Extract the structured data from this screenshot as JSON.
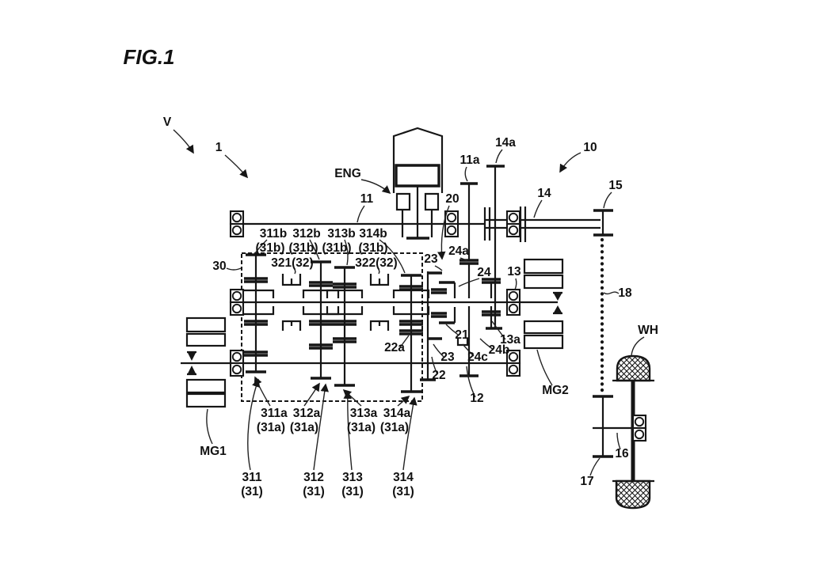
{
  "figure": {
    "title": "FIG.1"
  },
  "labels": [
    {
      "id": "fig-title",
      "text": "FIG.1"
    },
    {
      "id": "ref-v",
      "text": "V"
    },
    {
      "id": "ref-1",
      "text": "1"
    },
    {
      "id": "ref-10",
      "text": "10"
    },
    {
      "id": "ref-eng",
      "text": "ENG"
    },
    {
      "id": "ref-11",
      "text": "11"
    },
    {
      "id": "ref-20",
      "text": "20"
    },
    {
      "id": "ref-11a",
      "text": "11a"
    },
    {
      "id": "ref-14a",
      "text": "14a"
    },
    {
      "id": "ref-14",
      "text": "14"
    },
    {
      "id": "ref-15",
      "text": "15"
    },
    {
      "id": "ref-311b",
      "text": "311b"
    },
    {
      "id": "ref-312b",
      "text": "312b"
    },
    {
      "id": "ref-313b",
      "text": "313b"
    },
    {
      "id": "ref-314b",
      "text": "314b"
    },
    {
      "id": "ref-31b-1",
      "text": "(31b)"
    },
    {
      "id": "ref-31b-2",
      "text": "(31b)"
    },
    {
      "id": "ref-31b-3",
      "text": "(31b)"
    },
    {
      "id": "ref-31b-4",
      "text": "(31b)"
    },
    {
      "id": "ref-321",
      "text": "321(32)"
    },
    {
      "id": "ref-322",
      "text": "322(32)"
    },
    {
      "id": "ref-30",
      "text": "30"
    },
    {
      "id": "ref-23-upper",
      "text": "23"
    },
    {
      "id": "ref-24a",
      "text": "24a"
    },
    {
      "id": "ref-24",
      "text": "24"
    },
    {
      "id": "ref-13",
      "text": "13"
    },
    {
      "id": "ref-18",
      "text": "18"
    },
    {
      "id": "ref-wh",
      "text": "WH"
    },
    {
      "id": "ref-22a",
      "text": "22a"
    },
    {
      "id": "ref-21",
      "text": "21"
    },
    {
      "id": "ref-13a",
      "text": "13a"
    },
    {
      "id": "ref-23-lower",
      "text": "23"
    },
    {
      "id": "ref-24c",
      "text": "24c"
    },
    {
      "id": "ref-24b",
      "text": "24b"
    },
    {
      "id": "ref-22",
      "text": "22"
    },
    {
      "id": "ref-12",
      "text": "12"
    },
    {
      "id": "ref-mg2",
      "text": "MG2"
    },
    {
      "id": "ref-mg1",
      "text": "MG1"
    },
    {
      "id": "ref-311a",
      "text": "311a"
    },
    {
      "id": "ref-312a",
      "text": "312a"
    },
    {
      "id": "ref-31a-1",
      "text": "(31a)"
    },
    {
      "id": "ref-31a-2",
      "text": "(31a)"
    },
    {
      "id": "ref-313a",
      "text": "313a"
    },
    {
      "id": "ref-314a",
      "text": "314a"
    },
    {
      "id": "ref-31a-3",
      "text": "(31a)"
    },
    {
      "id": "ref-31a-4",
      "text": "(31a)"
    },
    {
      "id": "ref-311",
      "text": "311"
    },
    {
      "id": "ref-31-1",
      "text": "(31)"
    },
    {
      "id": "ref-312",
      "text": "312"
    },
    {
      "id": "ref-31-2",
      "text": "(31)"
    },
    {
      "id": "ref-313",
      "text": "313"
    },
    {
      "id": "ref-31-3",
      "text": "(31)"
    },
    {
      "id": "ref-314",
      "text": "314"
    },
    {
      "id": "ref-31-4",
      "text": "(31)"
    },
    {
      "id": "ref-16",
      "text": "16"
    },
    {
      "id": "ref-17",
      "text": "17"
    }
  ]
}
